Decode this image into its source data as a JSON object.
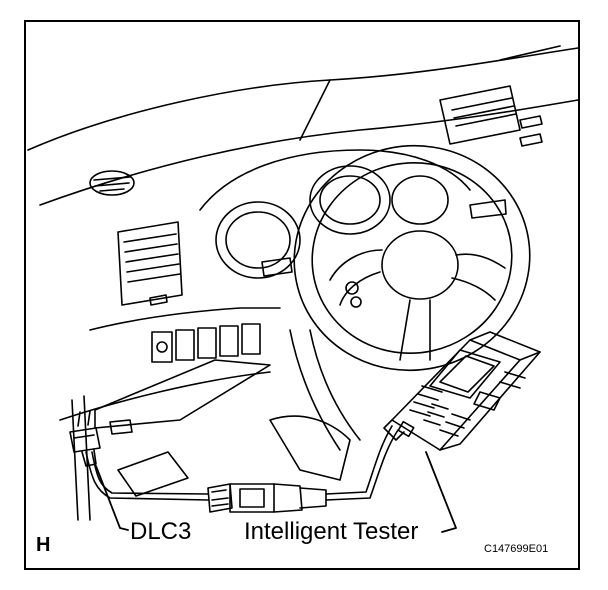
{
  "labels": {
    "dlc3": "DLC3",
    "tester": "Intelligent Tester",
    "corner": "H",
    "code": "C147699E01"
  },
  "colors": {
    "line": "#000000",
    "background": "#ffffff"
  },
  "icons": {
    "dashboard": "dashboard-illustration",
    "steering_wheel": "steering-wheel-icon",
    "tester_device": "handheld-tester-icon",
    "dlc3_connector": "connector-icon",
    "cable_module": "cable-module-icon"
  }
}
